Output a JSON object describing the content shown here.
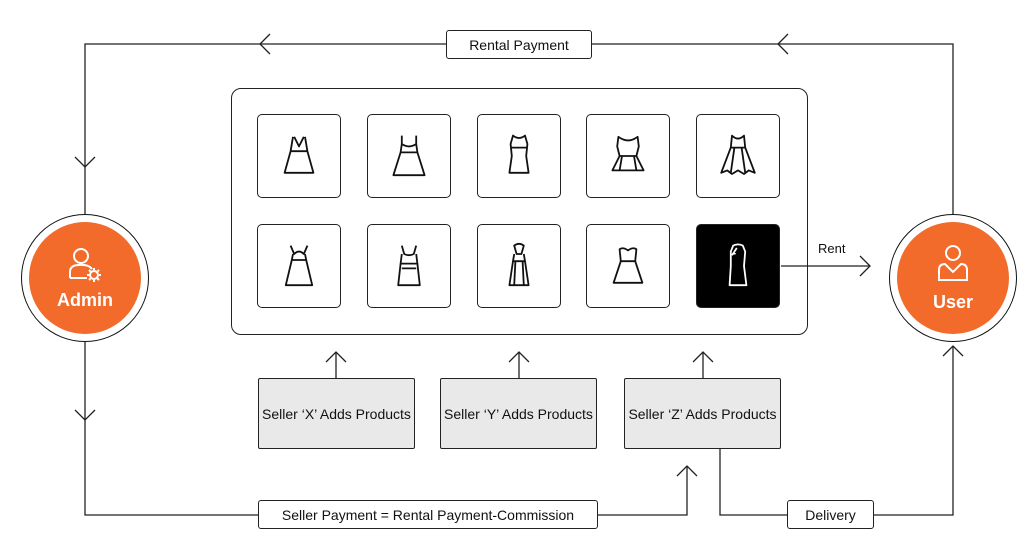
{
  "roles": {
    "admin": "Admin",
    "user": "User"
  },
  "flows": {
    "rental_payment": "Rental Payment",
    "rent": "Rent",
    "seller_payment": "Seller Payment = Rental Payment-Commission",
    "delivery": "Delivery"
  },
  "sellers": [
    {
      "label": "Seller ‘X’ Adds Products"
    },
    {
      "label": "Seller ‘Y’ Adds Products"
    },
    {
      "label": "Seller ‘Z’ Adds Products"
    }
  ],
  "products": [
    {
      "icon": "wrap-dress-icon"
    },
    {
      "icon": "sweetheart-dress-icon"
    },
    {
      "icon": "sheath-dress-icon"
    },
    {
      "icon": "peplum-dress-icon"
    },
    {
      "icon": "pleated-dress-icon"
    },
    {
      "icon": "empire-dress-icon"
    },
    {
      "icon": "tank-dress-icon"
    },
    {
      "icon": "halter-dress-icon"
    },
    {
      "icon": "strapless-dress-icon"
    },
    {
      "icon": "cheongsam-dress-icon",
      "selected": true
    }
  ],
  "colors": {
    "accent": "#F26B2A",
    "selected_tile": "#000000",
    "seller_fill": "#E9E9E9"
  }
}
